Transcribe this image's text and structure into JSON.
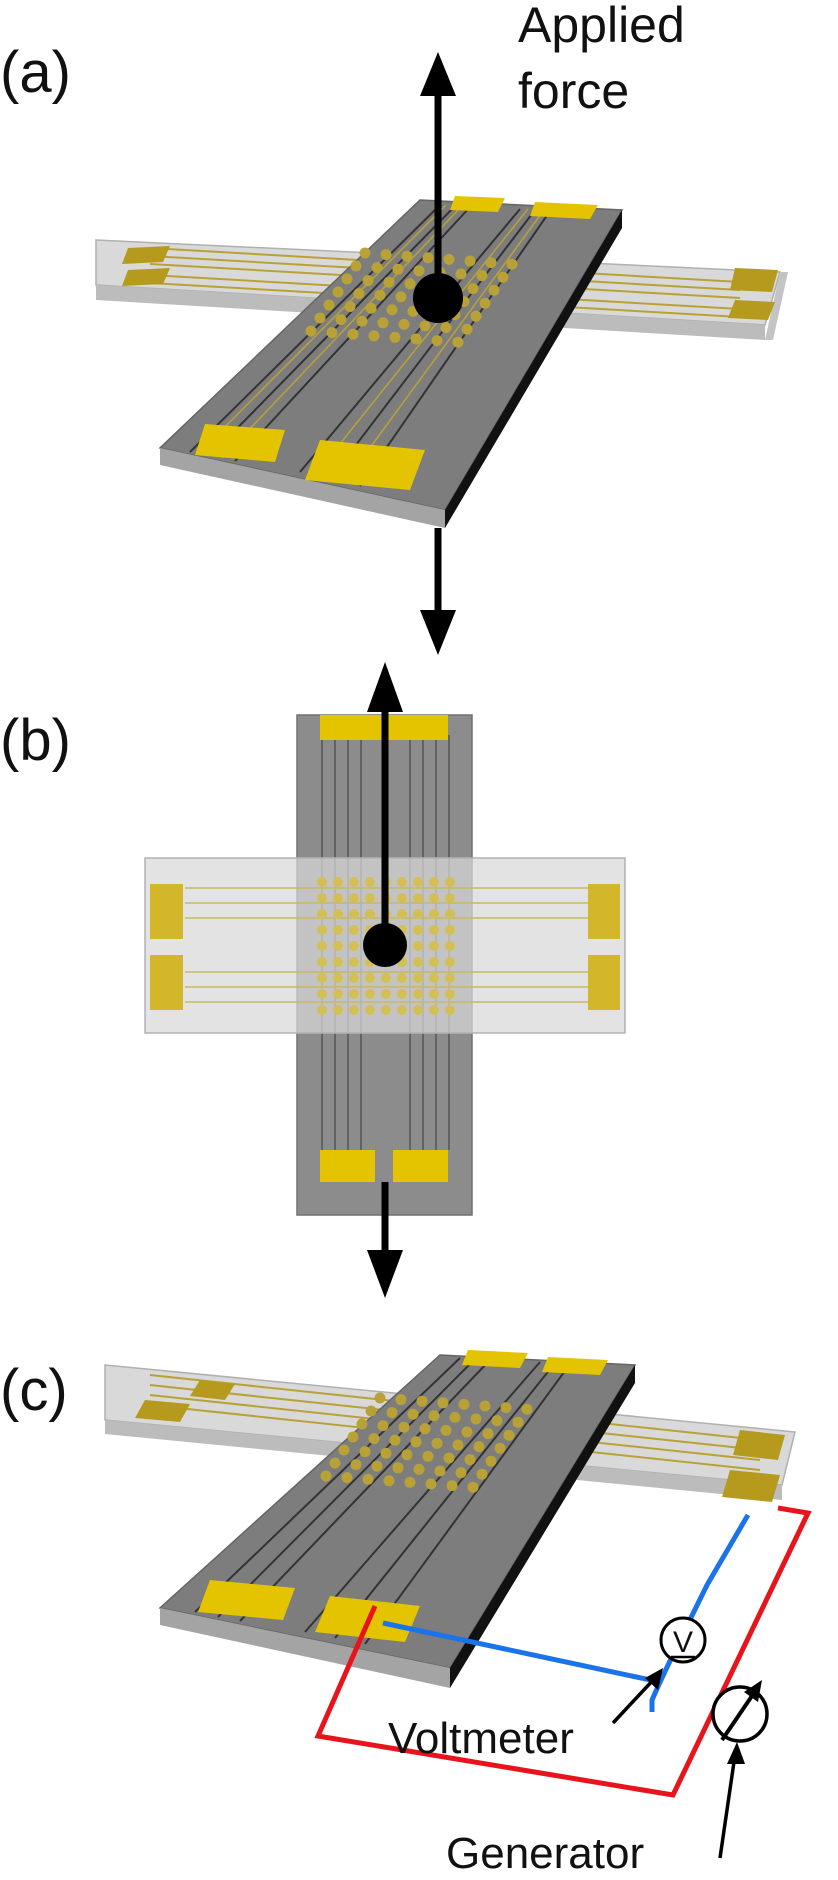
{
  "panels": {
    "a": {
      "label": "(a)"
    },
    "b": {
      "label": "(b)"
    },
    "c": {
      "label": "(c)"
    }
  },
  "annotations": {
    "applied_force_line1": "Applied",
    "applied_force_line2": "force",
    "voltmeter": "Voltmeter",
    "generator": "Generator",
    "voltmeter_symbol": "V"
  },
  "colors": {
    "strip_top": "#7d7d7d",
    "strip_side": "#9a9a9a",
    "glass": "#d3d3d3",
    "gold_pad": "#e4c400",
    "gold_dim": "#b59a1e",
    "electrode_line": "#b8a238",
    "voltmeter_wire": "#1a73e8",
    "generator_wire": "#e8141c",
    "arrow": "#000000"
  }
}
